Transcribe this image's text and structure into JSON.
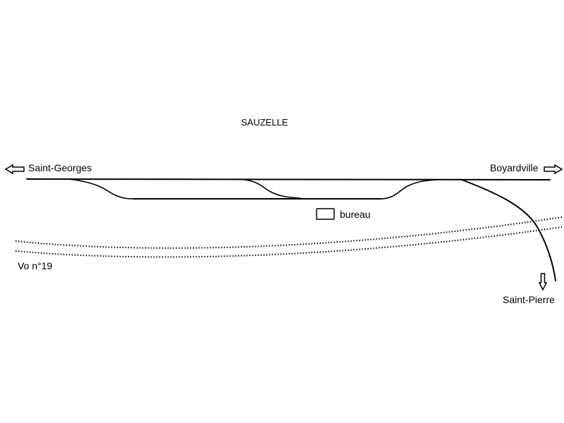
{
  "station": {
    "name": "SAUZELLE"
  },
  "destinations": {
    "west": "Saint-Georges",
    "east": "Boyardville",
    "south": "Saint-Pierre"
  },
  "road": {
    "label": "Vo n°19"
  },
  "building": {
    "label": "bureau"
  }
}
